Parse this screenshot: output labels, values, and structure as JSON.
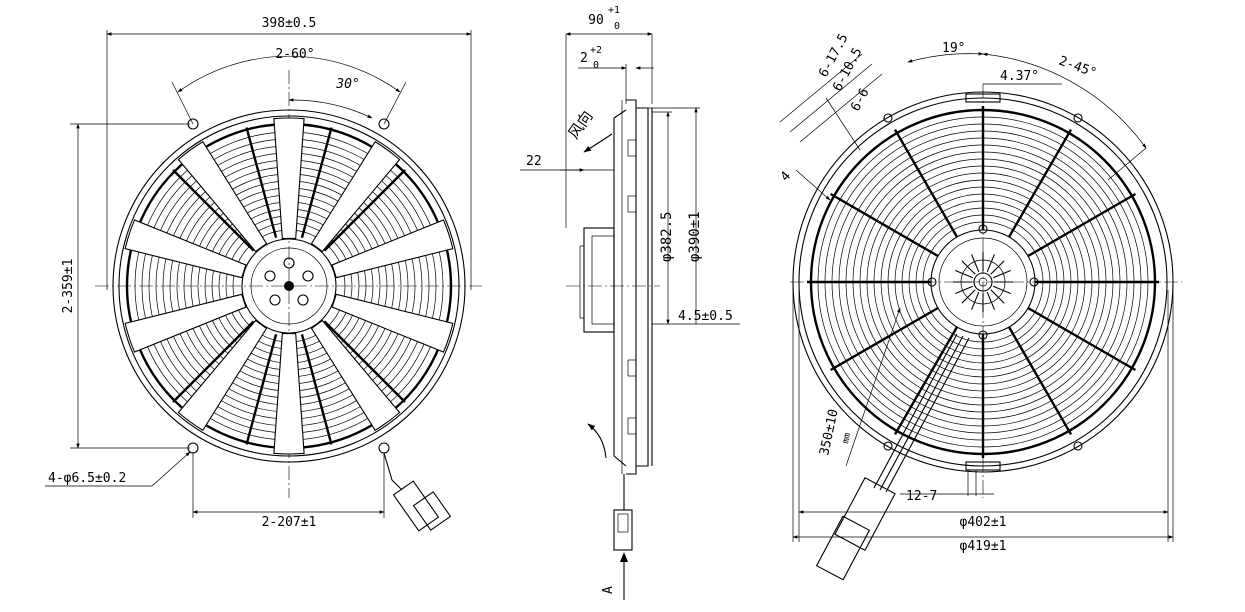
{
  "front_view": {
    "overall_width": "398±0.5",
    "bolt_angle": "2-60°",
    "blade_angle": "30°",
    "hole_spacing_vertical": "2-359±1",
    "hole_spacing_horizontal": "2-207±1",
    "mounting_holes": "4-φ6.5±0.2"
  },
  "side_view": {
    "depth": "90",
    "depth_tol_upper": "+1",
    "depth_tol_lower": "0",
    "offset": "2",
    "offset_tol_upper": "+2",
    "offset_tol_lower": "0",
    "air_direction": "风向",
    "hub_offset": "22",
    "diameter_inner": "φ382.5",
    "diameter_outer": "φ390±1",
    "flange_thickness": "4.5±0.5",
    "view_label": "A"
  },
  "rear_view": {
    "slot_1": "6-17.5",
    "slot_2": "6-10.5",
    "slot_3": "6-6",
    "angle_a": "19°",
    "angle_b": "4.37°",
    "angle_c": "2-45°",
    "corner_label": "4",
    "wire_length": "350±10",
    "wire_unit": "mm",
    "slot_width": "12-7",
    "diameter_inner": "φ402±1",
    "diameter_outer": "φ419±1"
  }
}
